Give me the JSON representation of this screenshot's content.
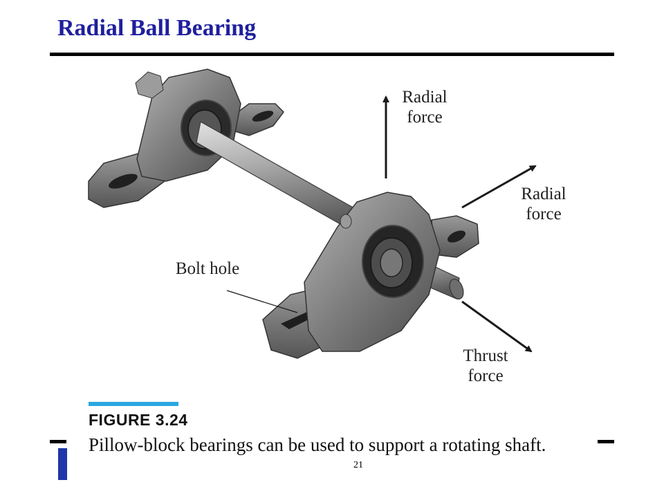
{
  "slide": {
    "title": "Radial Ball Bearing",
    "page_number": "21"
  },
  "figure": {
    "labels": {
      "radial_force_vertical": "Radial\nforce",
      "radial_force_horizontal": "Radial\nforce",
      "bolt_hole": "Bolt hole",
      "thrust_force": "Thrust\nforce"
    },
    "number": "FIGURE 3.24",
    "caption": "Pillow-block bearings can be used to support a rotating shaft."
  },
  "colors": {
    "title": "#1f1f9e",
    "caption_bar": "#2aa7e0",
    "logo_bar": "#1f37a8",
    "metal": "#8a8a8a"
  }
}
